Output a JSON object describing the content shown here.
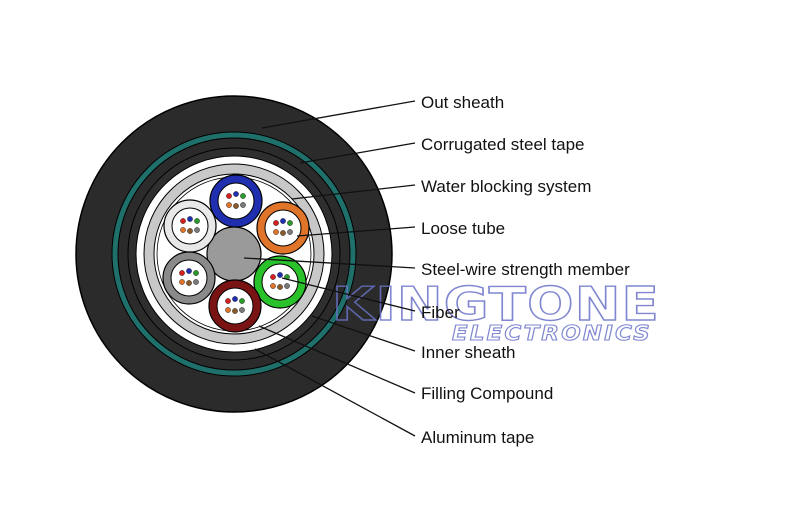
{
  "labels": {
    "out_sheath": "Out sheath",
    "corrugated_steel_tape": "Corrugated steel tape",
    "water_blocking_system": "Water blocking system",
    "loose_tube": "Loose tube",
    "steel_wire_strength_member": "Steel-wire strength member",
    "fiber": "Fiber",
    "inner_sheath": "Inner sheath",
    "filling_compound": "Filling Compound",
    "aluminum_tape": "Aluminum tape"
  },
  "watermark": {
    "brand": "KINGTONE",
    "sub": "ELECTRONICS",
    "color": "#6a73c8"
  },
  "colors": {
    "outer_sheath": "#2b2b2b",
    "steel_tape": "#1f6f6a",
    "inner_sheath": "#c8c8c8",
    "core_fill": "#8f8f8f",
    "strength_member": "#9a9a9a",
    "tube_blue": "#1f2fb0",
    "tube_orange": "#e0752a",
    "tube_green": "#2ac22a",
    "tube_brown": "#7a1414",
    "tube_gray": "#8a8a8a",
    "tube_white": "#e8e8e8"
  }
}
